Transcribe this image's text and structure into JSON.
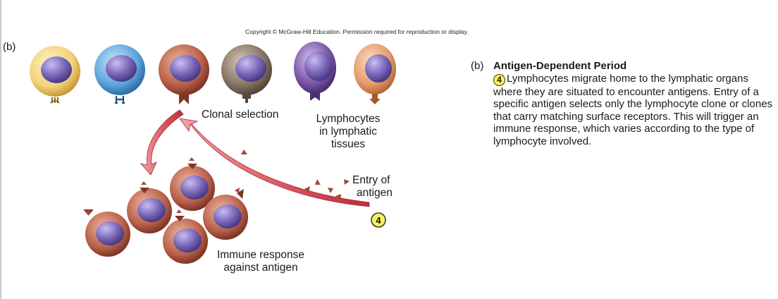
{
  "copyright": "Copyright © McGraw-Hill Education. Permission required for reproduction or display.",
  "panel_letter": "(b)",
  "labels": {
    "clonal_selection": "Clonal selection",
    "lymphocytes_line1": "Lymphocytes",
    "lymphocytes_line2": "in lymphatic",
    "lymphocytes_line3": "tissues",
    "entry_line1": "Entry of",
    "entry_line2": "antigen",
    "immune_line1": "Immune response",
    "immune_line2": "against antigen",
    "step_marker": "4"
  },
  "description": {
    "tag": "(b)",
    "heading": "Antigen-Dependent Period",
    "step": "4",
    "body": "Lymphocytes migrate home to the lymphatic organs where they are situated to encounter antigens. Entry of a specific antigen selects only the lymphocyte clone or clones that carry matching surface receptors. This will trigger an immune response, which varies according to the type of lymphocyte involved."
  },
  "colors": {
    "cell_yellow": "#f3d27a",
    "cell_blue": "#5aa4dc",
    "cell_red": "#b8604a",
    "cell_gray": "#857364",
    "cell_purple": "#7a55a5",
    "cell_orange": "#e59a6a",
    "nucleus": "#7b67b8",
    "arrow": "#d9505a",
    "badge": "#f7f25a"
  }
}
